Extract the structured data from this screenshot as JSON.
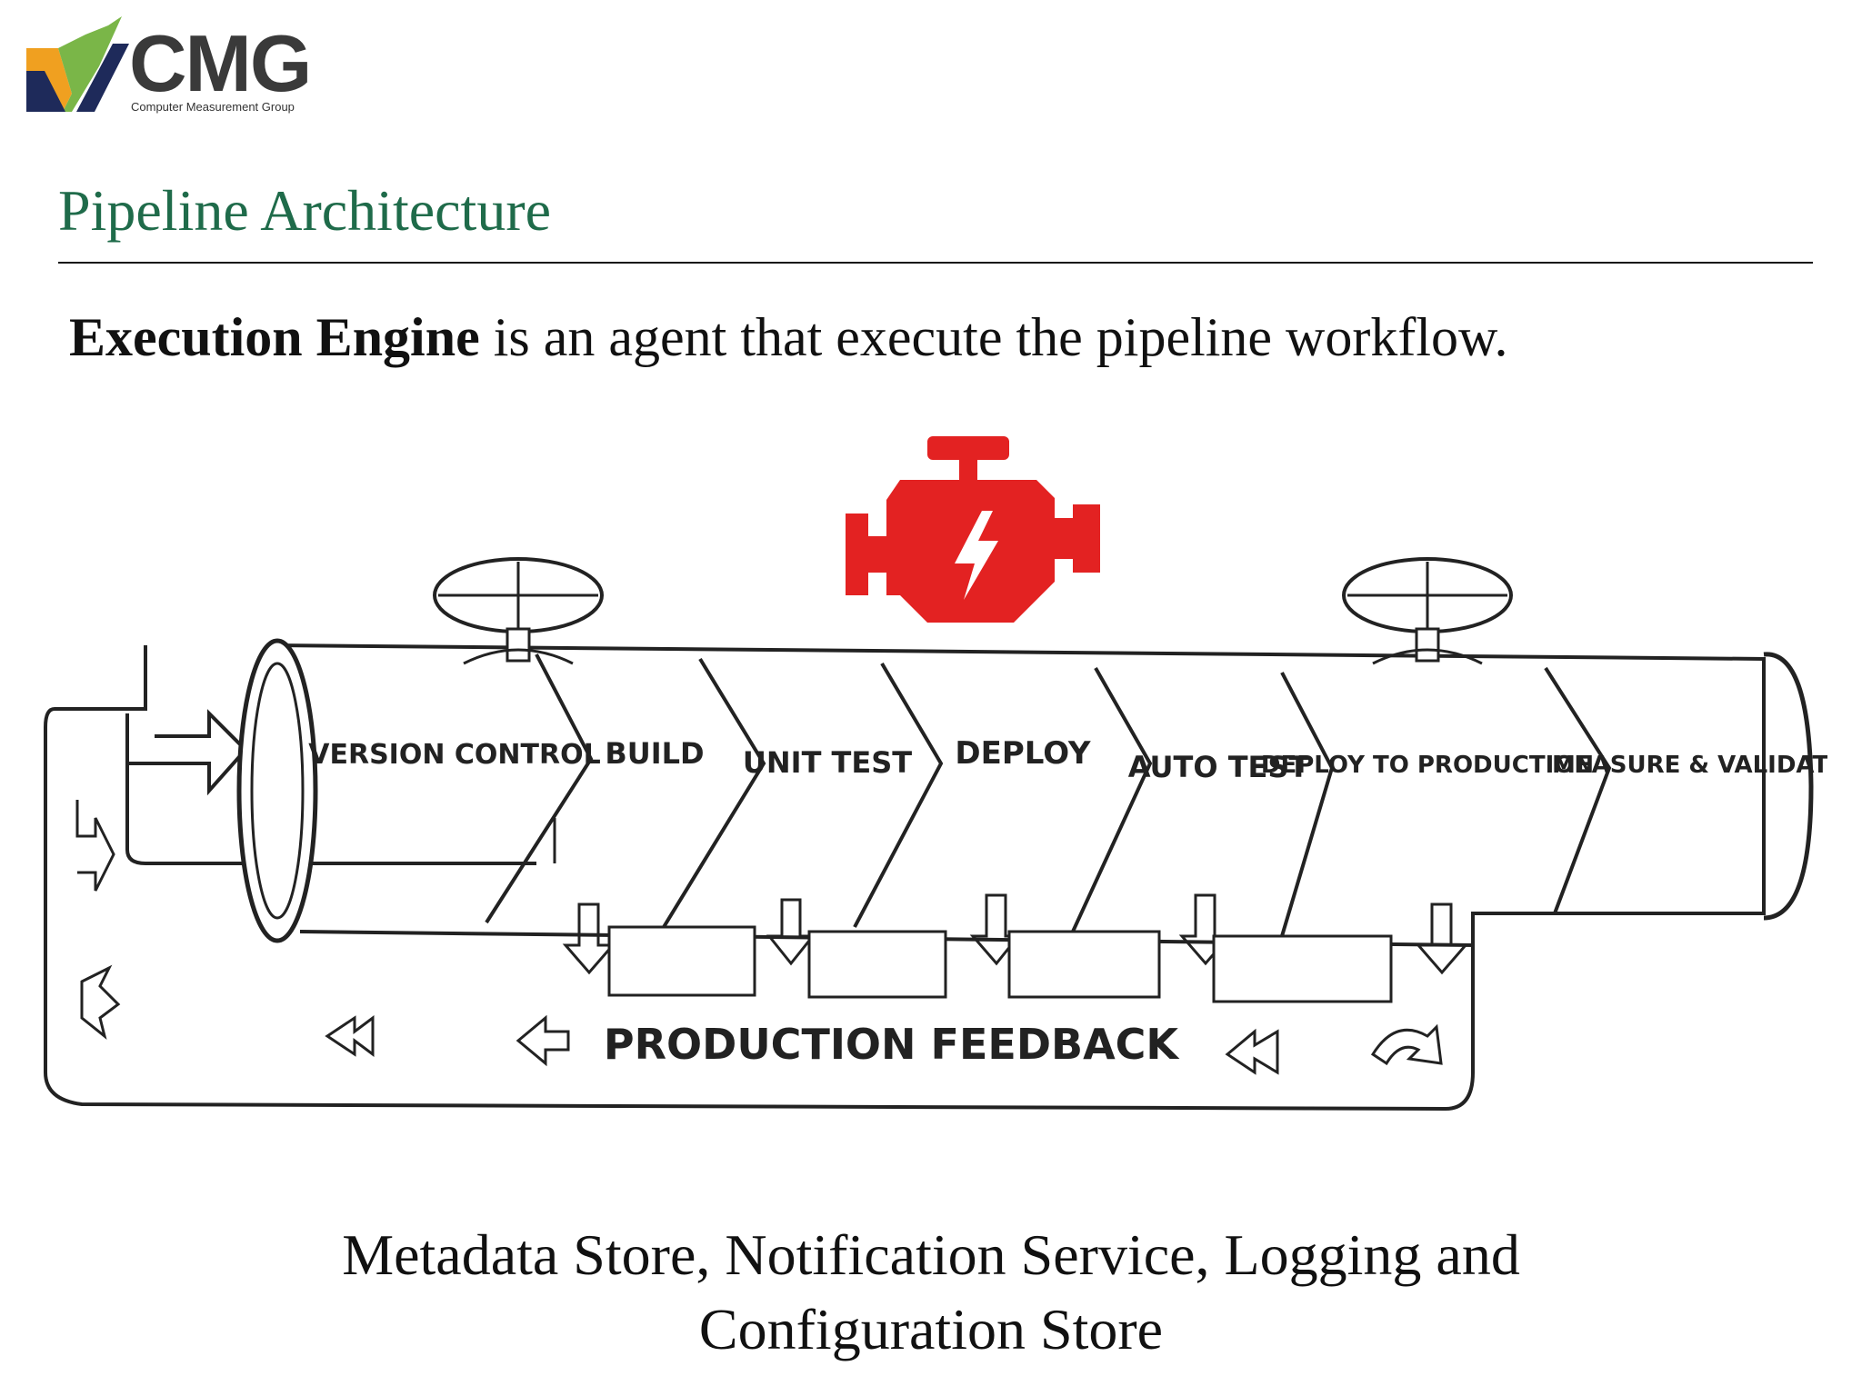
{
  "header": {
    "logo_text": "CMG",
    "logo_subtitle": "Computer Measurement Group"
  },
  "slide": {
    "title": "Pipeline Architecture",
    "lead_bold": "Execution Engine",
    "lead_rest": " is an agent that execute the pipeline workflow."
  },
  "diagram": {
    "stages": [
      "VERSION CONTROL",
      "BUILD",
      "UNIT TEST",
      "DEPLOY",
      "AUTO TEST",
      "DEPLOY TO PRODUCTION",
      "MEASURE & VALIDATE"
    ],
    "feedback_label": "PRODUCTION FEEDBACK",
    "engine_icon": "engine-icon",
    "engine_color": "#e32222"
  },
  "caption": {
    "line1": "Metadata Store, Notification Service, Logging and",
    "line2": "Configuration Store"
  }
}
